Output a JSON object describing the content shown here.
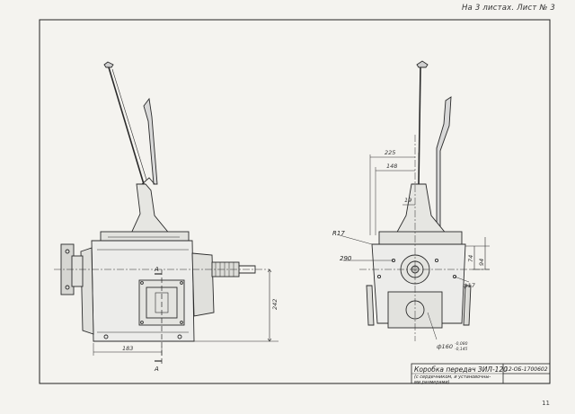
{
  "sheet": {
    "header_note": "На 3 листах. Лист № 3",
    "page_number": "11"
  },
  "side_view": {
    "section_label_top": "А",
    "section_label_bottom": "А",
    "dim_height": "242",
    "dim_offset": "183"
  },
  "front_view": {
    "dim_top_outer": "225",
    "dim_top_inner": "148",
    "dim_small": "19",
    "radius_label": "R17",
    "dim_left": "290",
    "dim_right_1": "74",
    "dim_right_2": "94",
    "hole_label": "ф17",
    "bore_label": "ф160",
    "bore_tol_upper": "-0,080",
    "bore_tol_lower": "-0,145"
  },
  "title_block": {
    "title": "Коробка передач ЗИЛ-120",
    "subtitle_1": "(с сердечником, и установочны-",
    "subtitle_2": "ми  размерами)",
    "drawing_number": "12-ОБ-1700602"
  }
}
